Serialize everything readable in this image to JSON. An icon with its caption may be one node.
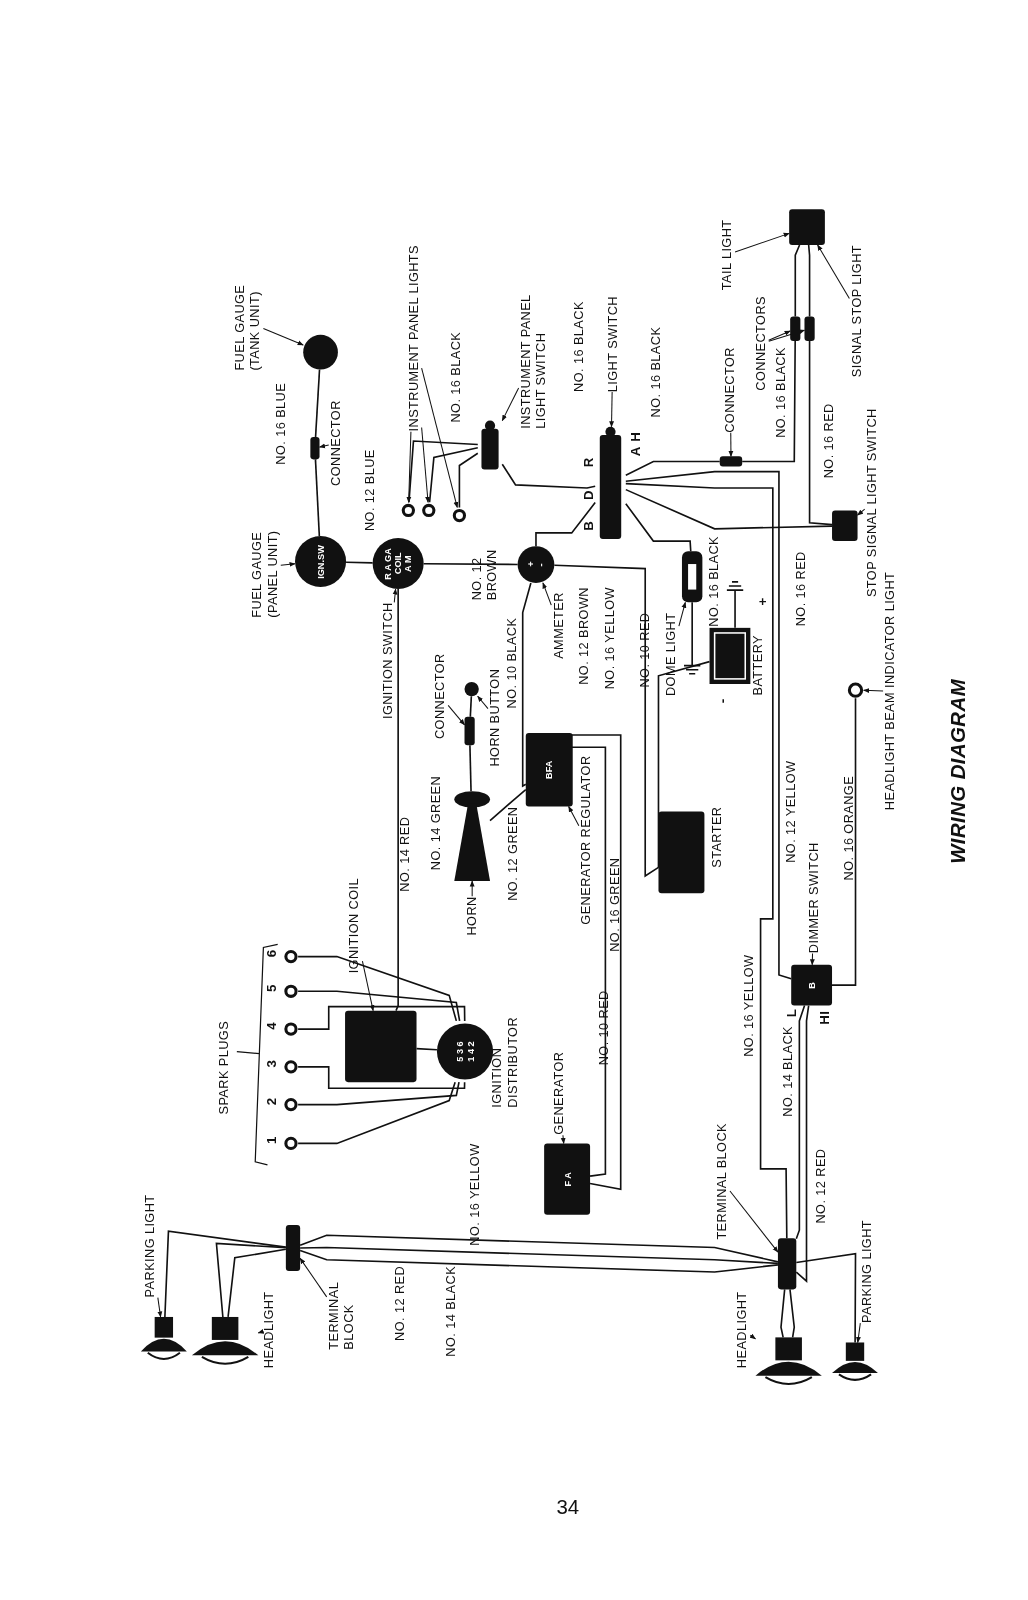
{
  "diagram": {
    "title": "WIRING DIAGRAM",
    "nodes": [
      {
        "text": [
          "FUEL GAUGE (TANK UNIT)"
        ]
      },
      {
        "text": [],
        "shape": "circle"
      },
      {
        "text": [
          "CONNECTOR"
        ]
      },
      {
        "text": [],
        "shape": "box"
      },
      {
        "text": [
          "FUEL GAUGE (PANEL UNIT)"
        ]
      },
      {
        "text": [
          "IGN.SW"
        ]
      },
      {
        "text": [
          "INSTRUMENT PANEL LIGHTS"
        ]
      },
      {
        "text": [],
        "shape": "circle"
      },
      {
        "text": [],
        "shape": "circle"
      },
      {
        "text": [],
        "shape": "circle"
      },
      {
        "text": [
          "INSTRUMENT PANEL LIGHT SWITCH"
        ]
      },
      {
        "text": [],
        "shape": "box"
      },
      {
        "text": [
          "LIGHT SWITCH"
        ]
      },
      {
        "text": [],
        "shape": "box",
        "beside": [
          "R",
          "D",
          "B",
          "H",
          "A"
        ]
      },
      {
        "text": [
          "CONNECTOR"
        ]
      },
      {
        "text": [],
        "shape": "box"
      },
      {
        "text": [
          "TAIL LIGHT"
        ]
      },
      {
        "text": [],
        "shape": "box"
      },
      {
        "text": [
          "SIGNAL STOP LIGHT"
        ]
      },
      {
        "text": [
          "CONNECTORS"
        ]
      },
      {
        "text": [],
        "shape": "box"
      },
      {
        "text": [],
        "shape": "box"
      },
      {
        "text": [
          "STOP SIGNAL LIGHT SWITCH"
        ]
      },
      {
        "text": [],
        "shape": "box"
      },
      {
        "text": [
          "R A GA",
          "COIL",
          "A M"
        ]
      },
      {
        "text": [
          "IGNITION SWITCH"
        ]
      },
      {
        "text": [
          "+",
          "-"
        ]
      },
      {
        "text": [
          "AMMETER"
        ]
      },
      {
        "text": [
          "DOME LIGHT"
        ]
      },
      {
        "text": [],
        "shape": "picture"
      },
      {
        "text": [],
        "shape": "picture",
        "beside": [
          "+",
          "-"
        ]
      },
      {
        "text": [
          "BATTERY"
        ]
      },
      {
        "text": [
          "CONNECTOR"
        ]
      },
      {
        "text": [
          "HORN BUTTON"
        ]
      },
      {
        "text": [],
        "shape": "circle"
      },
      {
        "text": [],
        "shape": "box"
      },
      {
        "text": [],
        "shape": "picture"
      },
      {
        "text": [
          "HORN"
        ]
      },
      {
        "text": [
          "BFA"
        ]
      },
      {
        "text": [
          "GENERATOR REGULATOR"
        ]
      },
      {
        "text": [],
        "shape": "box"
      },
      {
        "text": [
          "STARTER"
        ]
      },
      {
        "text": [
          "HEADLIGHT BEAM INDICATOR LIGHT"
        ]
      },
      {
        "text": [],
        "shape": "circle"
      },
      {
        "text": [
          "DIMMER SWITCH"
        ]
      },
      {
        "text": [
          "B"
        ],
        "beside": [
          "L",
          "HI"
        ]
      },
      {
        "text": [
          "IGNITION COIL"
        ]
      },
      {
        "text": [],
        "shape": "box"
      },
      {
        "text": [
          "SPARK PLUGS"
        ]
      },
      {
        "text": [],
        "shape": "circle",
        "beside": [
          "6"
        ]
      },
      {
        "text": [],
        "shape": "circle",
        "beside": [
          "5"
        ]
      },
      {
        "text": [],
        "shape": "circle",
        "beside": [
          "4"
        ]
      },
      {
        "text": [],
        "shape": "circle",
        "beside": [
          "3"
        ]
      },
      {
        "text": [],
        "shape": "circle",
        "beside": [
          "2"
        ]
      },
      {
        "text": [],
        "shape": "circle",
        "beside": [
          "1"
        ]
      },
      {
        "text": [
          "5 3 6",
          "1 4 2"
        ]
      },
      {
        "text": [
          "IGNITION DISTRIBUTOR"
        ]
      },
      {
        "text": [
          "GENERATOR"
        ]
      },
      {
        "text": [
          "F A"
        ]
      },
      {
        "text": [
          "TERMINAL BLOCK"
        ]
      },
      {
        "text": [],
        "shape": "box"
      },
      {
        "text": [],
        "shape": "box"
      },
      {
        "text": [
          "TERMINAL BLOCK"
        ]
      },
      {
        "text": [
          "PARKING LIGHT"
        ]
      },
      {
        "text": [],
        "shape": "picture"
      },
      {
        "text": [],
        "shape": "picture"
      },
      {
        "text": [
          "HEADLIGHT"
        ]
      },
      {
        "text": [
          "HEADLIGHT"
        ]
      },
      {
        "text": [],
        "shape": "picture"
      },
      {
        "text": [],
        "shape": "picture"
      },
      {
        "text": [
          "PARKING LIGHT"
        ]
      }
    ],
    "edges": [
      {
        "from": 0,
        "to": 1,
        "arrow": "to"
      },
      {
        "from": 2,
        "to": 3,
        "arrow": "to"
      },
      {
        "from": 4,
        "to": 5,
        "arrow": "to"
      },
      {
        "from": 6,
        "to": 7,
        "arrow": "to"
      },
      {
        "from": 6,
        "to": 8,
        "arrow": "to"
      },
      {
        "from": 6,
        "to": 9,
        "arrow": "to"
      },
      {
        "from": 10,
        "to": 11,
        "arrow": "to"
      },
      {
        "from": 12,
        "to": 13,
        "arrow": "to"
      },
      {
        "from": 14,
        "to": 15,
        "arrow": "to"
      },
      {
        "from": 16,
        "to": 17,
        "arrow": "to"
      },
      {
        "from": 18,
        "to": 17,
        "arrow": "to"
      },
      {
        "from": 19,
        "to": 20,
        "arrow": "to"
      },
      {
        "from": 19,
        "to": 21,
        "arrow": "to"
      },
      {
        "from": 22,
        "to": 23,
        "arrow": "to"
      },
      {
        "from": 25,
        "to": 24,
        "arrow": "to"
      },
      {
        "from": 27,
        "to": 26,
        "arrow": "to"
      },
      {
        "from": 28,
        "to": 29,
        "arrow": "to"
      },
      {
        "from": 32,
        "to": 35,
        "arrow": "to"
      },
      {
        "from": 33,
        "to": 34,
        "arrow": "to"
      },
      {
        "from": 37,
        "to": 36,
        "arrow": "to"
      },
      {
        "from": 39,
        "to": 38,
        "arrow": "to"
      },
      {
        "from": 42,
        "to": 43,
        "arrow": "to"
      },
      {
        "from": 44,
        "to": 45,
        "arrow": "to"
      },
      {
        "from": 46,
        "to": 47,
        "arrow": "to"
      },
      {
        "from": 57,
        "to": 58,
        "arrow": "to"
      },
      {
        "from": 59,
        "to": 60,
        "arrow": "to"
      },
      {
        "from": 62,
        "to": 61,
        "arrow": "to"
      },
      {
        "from": 63,
        "to": 64,
        "arrow": "to"
      },
      {
        "from": 66,
        "to": 65,
        "arrow": "to"
      },
      {
        "from": 67,
        "to": 68,
        "arrow": "to"
      },
      {
        "from": 70,
        "to": 69,
        "arrow": "to"
      },
      {
        "from": 1,
        "to": 3,
        "arrow": "none"
      },
      {
        "from": 3,
        "to": 5,
        "arrow": "none"
      },
      {
        "from": 5,
        "to": 24,
        "arrow": "none"
      },
      {
        "from": 24,
        "to": 26,
        "arrow": "none"
      },
      {
        "from": 24,
        "to": 47,
        "arrow": "none"
      },
      {
        "from": 11,
        "to": 7,
        "arrow": "none"
      },
      {
        "from": 11,
        "to": 8,
        "arrow": "none"
      },
      {
        "from": 11,
        "to": 9,
        "arrow": "none"
      },
      {
        "from": 11,
        "to": 13,
        "arrow": "none"
      },
      {
        "from": 13,
        "to": 15,
        "arrow": "none"
      },
      {
        "from": 15,
        "to": 20,
        "arrow": "none"
      },
      {
        "from": 20,
        "to": 17,
        "arrow": "none"
      },
      {
        "from": 21,
        "to": 17,
        "arrow": "none"
      },
      {
        "from": 21,
        "to": 23,
        "arrow": "none"
      },
      {
        "from": 13,
        "to": 23,
        "arrow": "none"
      },
      {
        "from": 13,
        "to": 26,
        "arrow": "none"
      },
      {
        "from": 13,
        "to": 29,
        "arrow": "none"
      },
      {
        "from": 13,
        "to": 45,
        "arrow": "none"
      },
      {
        "from": 13,
        "to": 60,
        "arrow": "none"
      },
      {
        "from": 26,
        "to": 38,
        "arrow": "none"
      },
      {
        "from": 26,
        "to": 40,
        "arrow": "none"
      },
      {
        "from": 30,
        "to": 40,
        "arrow": "none"
      },
      {
        "from": 34,
        "to": 35,
        "arrow": "none"
      },
      {
        "from": 35,
        "to": 36,
        "arrow": "none"
      },
      {
        "from": 36,
        "to": 38,
        "arrow": "none"
      },
      {
        "from": 38,
        "to": 58,
        "arrow": "none"
      },
      {
        "from": 38,
        "to": 58,
        "arrow": "none"
      },
      {
        "from": 45,
        "to": 43,
        "arrow": "none"
      },
      {
        "from": 45,
        "to": 60,
        "arrow": "none"
      },
      {
        "from": 45,
        "to": 60,
        "arrow": "none"
      },
      {
        "from": 60,
        "to": 68,
        "arrow": "none"
      },
      {
        "from": 60,
        "to": 68,
        "arrow": "none"
      },
      {
        "from": 60,
        "to": 69,
        "arrow": "none"
      },
      {
        "from": 60,
        "to": 61,
        "arrow": "none"
      },
      {
        "from": 60,
        "to": 61,
        "arrow": "none"
      },
      {
        "from": 60,
        "to": 61,
        "arrow": "none"
      },
      {
        "from": 61,
        "to": 64,
        "arrow": "none"
      },
      {
        "from": 61,
        "to": 65,
        "arrow": "none"
      },
      {
        "from": 61,
        "to": 65,
        "arrow": "none"
      },
      {
        "from": 47,
        "to": 55,
        "arrow": "none"
      },
      {
        "from": 55,
        "to": 49,
        "arrow": "none"
      },
      {
        "from": 55,
        "to": 50,
        "arrow": "none"
      },
      {
        "from": 55,
        "to": 51,
        "arrow": "none"
      },
      {
        "from": 55,
        "to": 52,
        "arrow": "none"
      },
      {
        "from": 55,
        "to": 53,
        "arrow": "none"
      },
      {
        "from": 55,
        "to": 54,
        "arrow": "none"
      }
    ],
    "labels": [
      "NO. 16 BLUE",
      "NO. 16 BLACK",
      "NO. 16 BLACK",
      "NO. 16 BLACK",
      "NO. 16 BLACK",
      "NO. 16 RED",
      "NO. 12 BLUE",
      "NO. 12 BROWN",
      "NO. 10 BLACK",
      "NO. 12 BROWN",
      "NO. 16 YELLOW",
      "NO. 10 RED",
      "NO. 16 BLACK",
      "NO. 16 RED",
      "NO. 14 RED",
      "NO. 14 GREEN",
      "NO. 12 GREEN",
      "NO. 16 GREEN",
      "NO. 12 YELLOW",
      "NO. 16 ORANGE",
      "NO. 10 RED",
      "NO. 16 YELLOW",
      "NO. 14 BLACK",
      "NO. 16 YELLOW",
      "NO. 12 RED",
      "NO. 12 RED",
      "NO. 14 BLACK",
      "34"
    ]
  }
}
